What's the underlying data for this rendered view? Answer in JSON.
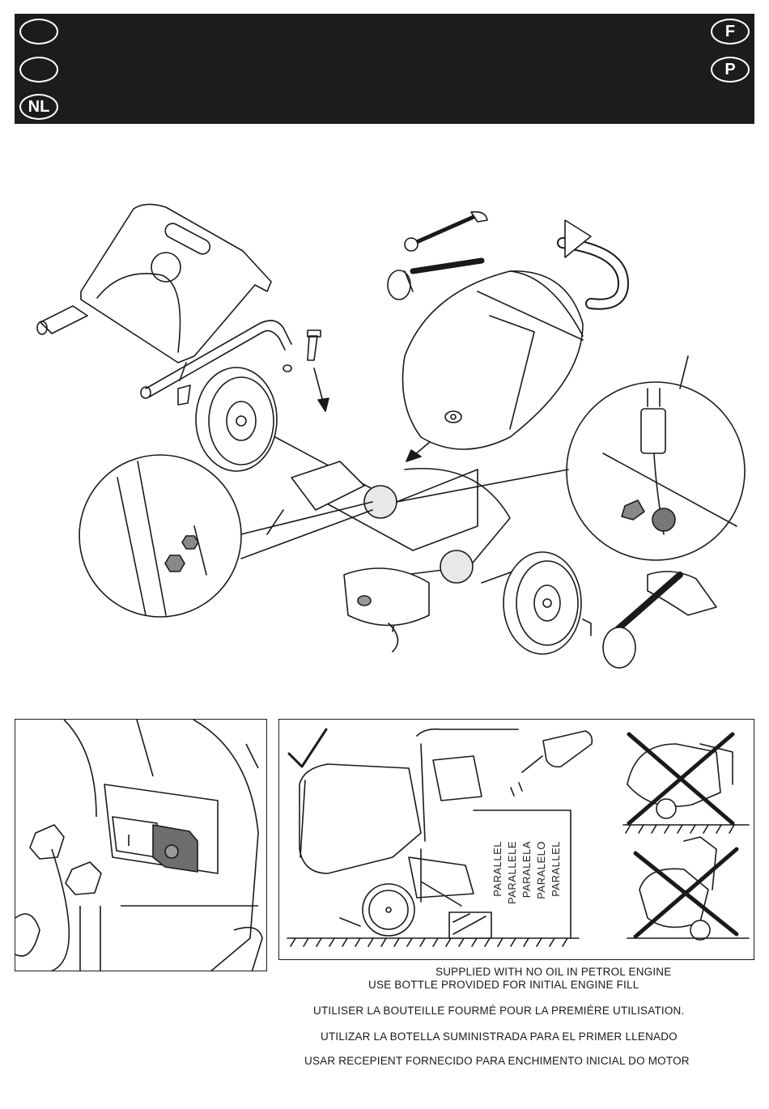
{
  "header": {
    "left_badges": [
      "",
      "",
      "NL"
    ],
    "right_badges": [
      "F",
      "P"
    ]
  },
  "fill_panel": {
    "parallel_labels": [
      "PARALLEL",
      "PARALLELE",
      "PARALELA",
      "PARALELO",
      "PARALLEL"
    ]
  },
  "notes": {
    "line1": "SUPPLIED WITH NO OIL IN PETROL ENGINE",
    "line2": "USE BOTTLE PROVIDED FOR INITIAL ENGINE FILL",
    "fr": "UTILISER LA BOUTEILLE FOURMÉ POUR LA PREMIÉRE UTILISATION.",
    "es": "UTILIZAR LA BOTELLA SUMINISTRADA PARA EL PRIMER LLENADO",
    "pt": "USAR RECEPIENT FORNECIDO PARA ENCHIMENTO INICIAL DO MOTOR"
  }
}
